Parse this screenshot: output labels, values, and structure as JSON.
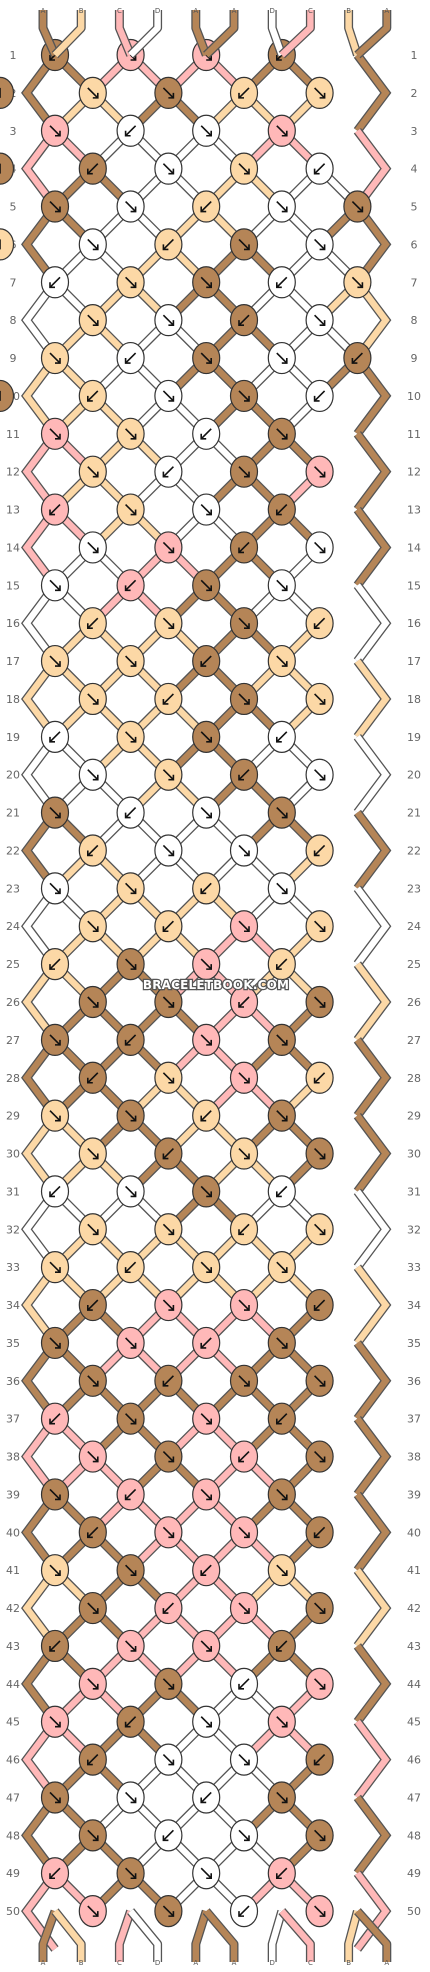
{
  "watermark": "BRACELETBOOK.COM",
  "strand_labels": [
    "A",
    "B",
    "C",
    "D",
    "A",
    "A",
    "D",
    "C",
    "B",
    "A"
  ],
  "row_labels": [
    "1",
    "2",
    "3",
    "4",
    "5",
    "6",
    "7",
    "8",
    "9",
    "10",
    "11",
    "12",
    "13",
    "14",
    "15",
    "16",
    "17",
    "18",
    "19",
    "20",
    "21",
    "22",
    "23",
    "24",
    "25",
    "26",
    "27",
    "28",
    "29",
    "30",
    "31",
    "32",
    "33",
    "34",
    "35",
    "36",
    "37",
    "38",
    "39",
    "40",
    "41",
    "42",
    "43",
    "44",
    "45",
    "46",
    "47",
    "48",
    "49",
    "50"
  ],
  "colors": {
    "A": "#b58557",
    "B": "#fcd8a6",
    "C": "#ffb8b8",
    "D": "#ffffff",
    "outline": "#333333",
    "grid_line": "#cccccc"
  },
  "knots": [
    "ACCA",
    "BABBA",
    "CDDC",
    "ADBDA",
    "ADBDA",
    "DBADB",
    "DBADB",
    "BDAD",
    "BDADA",
    "BDADA",
    "CBDA",
    "BDAC",
    "CBDA",
    "DCAD",
    "DCAD",
    "BBAB",
    "BBAB",
    "BBAB",
    "DBAD",
    "DBAD",
    "ADDA",
    "BDDB",
    "DBBD",
    "BBCB",
    "BACB",
    "AACA",
    "AACA",
    "ABCB",
    "BABA",
    "BABA",
    "DDAD",
    "BBBB",
    "BBBB",
    "ACCA",
    "ACCA",
    "AAAA",
    "CACA",
    "CACA",
    "ACCA",
    "ACCA",
    "BACB",
    "ACCA",
    "ACCA",
    "CADC",
    "CADC",
    "ADDA",
    "ADDA",
    "ADDA",
    "CADC",
    "CADC"
  ],
  "bottom_colors": [
    "A",
    "B",
    "C",
    "D",
    "A",
    "A",
    "D",
    "C",
    "B",
    "A"
  ]
}
